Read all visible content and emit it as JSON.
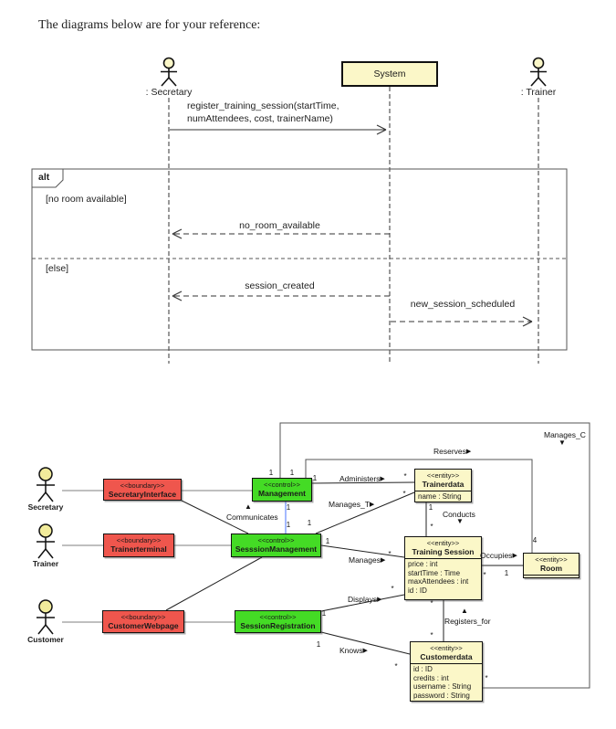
{
  "intro": {
    "text": "The diagrams below are for your reference:"
  },
  "colors": {
    "boundary_fill": "#EF564D",
    "control_fill": "#44DB25",
    "entity_fill": "#FBF7C8",
    "system_fill": "#FBF7C8",
    "actor_head_fill": "#F2EC9B",
    "management_link_blue": "#7E9BFF"
  },
  "sequence_diagram": {
    "actors": {
      "secretary": ": Secretary",
      "system": "System",
      "trainer": ": Trainer"
    },
    "messages": {
      "register_line1": "register_training_session(startTime,",
      "register_line2": "numAttendees, cost, trainerName)",
      "no_room": "no_room_available",
      "session_created": "session_created",
      "new_session": "new_session_scheduled"
    },
    "fragment": {
      "operator": "alt",
      "guard1": "[no room available]",
      "guard2": "[else]"
    }
  },
  "class_diagram": {
    "actors": {
      "secretary": "Secretary",
      "trainer": "Trainer",
      "customer": "Customer"
    },
    "boundaries": {
      "secretary_interface": {
        "stereotype": "<<boundary>>",
        "name": "SecretaryInterface"
      },
      "trainer_terminal": {
        "stereotype": "<<boundary>>",
        "name": "Trainerterminal"
      },
      "customer_webpage": {
        "stereotype": "<<boundary>>",
        "name": "CustomerWebpage"
      }
    },
    "controls": {
      "management": {
        "stereotype": "<<control>>",
        "name": "Management"
      },
      "sesssion_management": {
        "stereotype": "<<control>>",
        "name": "SesssionManagement"
      },
      "session_registration": {
        "stereotype": "<<control>>",
        "name": "SessionRegistration"
      }
    },
    "entities": {
      "trainerdata": {
        "stereotype": "<<entity>>",
        "name": "Trainerdata",
        "attrs": [
          "name : String"
        ]
      },
      "training_session": {
        "stereotype": "<<entity>>",
        "name": "Training Session",
        "attrs": [
          "price : int",
          "startTime : Time",
          "maxAttendees : int",
          "id : ID"
        ]
      },
      "room": {
        "stereotype": "<<entity>>",
        "name": "Room",
        "attrs": []
      },
      "customerdata": {
        "stereotype": "<<entity>>",
        "name": "Customerdata",
        "attrs": [
          "id : ID",
          "credits : int",
          "username : String",
          "password : String"
        ]
      }
    },
    "associations": {
      "communicates": {
        "label": "Communicates",
        "arrow": "▲"
      },
      "administers": {
        "label": "Administers",
        "arrow": "▶"
      },
      "manages_t": {
        "label": "Manages_T",
        "arrow": "▶"
      },
      "reserves": {
        "label": "Reserves",
        "arrow": "▶"
      },
      "manages_c": {
        "label": "Manages_C",
        "arrow": "▼"
      },
      "conducts": {
        "label": "Conducts",
        "arrow": "▼"
      },
      "manages": {
        "label": "Manages",
        "arrow": "▶"
      },
      "occupies": {
        "label": "Occupies",
        "arrow": "▶"
      },
      "displays": {
        "label": "Displays",
        "arrow": "▶"
      },
      "registers_for": {
        "label": "Registers_for",
        "arrow": "▲"
      },
      "knows": {
        "label": "Knows",
        "arrow": "▶"
      }
    },
    "multiplicities": [
      "1",
      "1",
      "1",
      "*",
      "1",
      "1",
      "1",
      "*",
      "1",
      "*",
      "1",
      "*",
      "*",
      "1",
      "4",
      "1",
      "*",
      "1",
      "*",
      "*",
      "*",
      "*"
    ]
  }
}
